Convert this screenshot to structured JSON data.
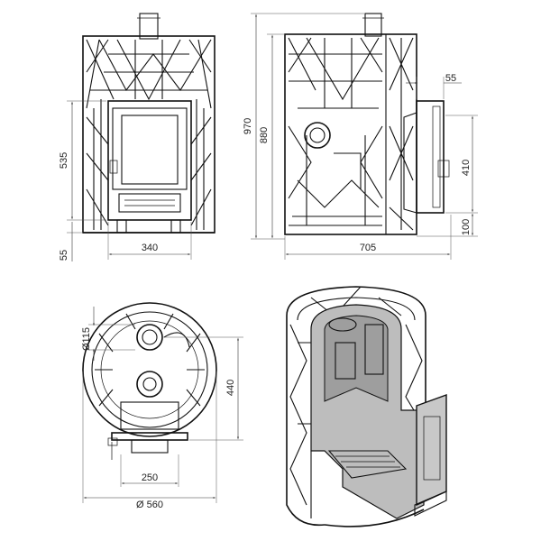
{
  "dimensions": {
    "front_view": {
      "height_door": "535",
      "base_offset": "55",
      "width": "340"
    },
    "side_view": {
      "total_height": "970",
      "body_height": "880",
      "door_depth": "55",
      "door_height": "410",
      "door_base": "100",
      "total_depth": "705"
    },
    "top_view": {
      "chimney_diameter": "Ø115",
      "door_offset": "440",
      "door_width": "250",
      "diameter": "Ø 560"
    }
  }
}
